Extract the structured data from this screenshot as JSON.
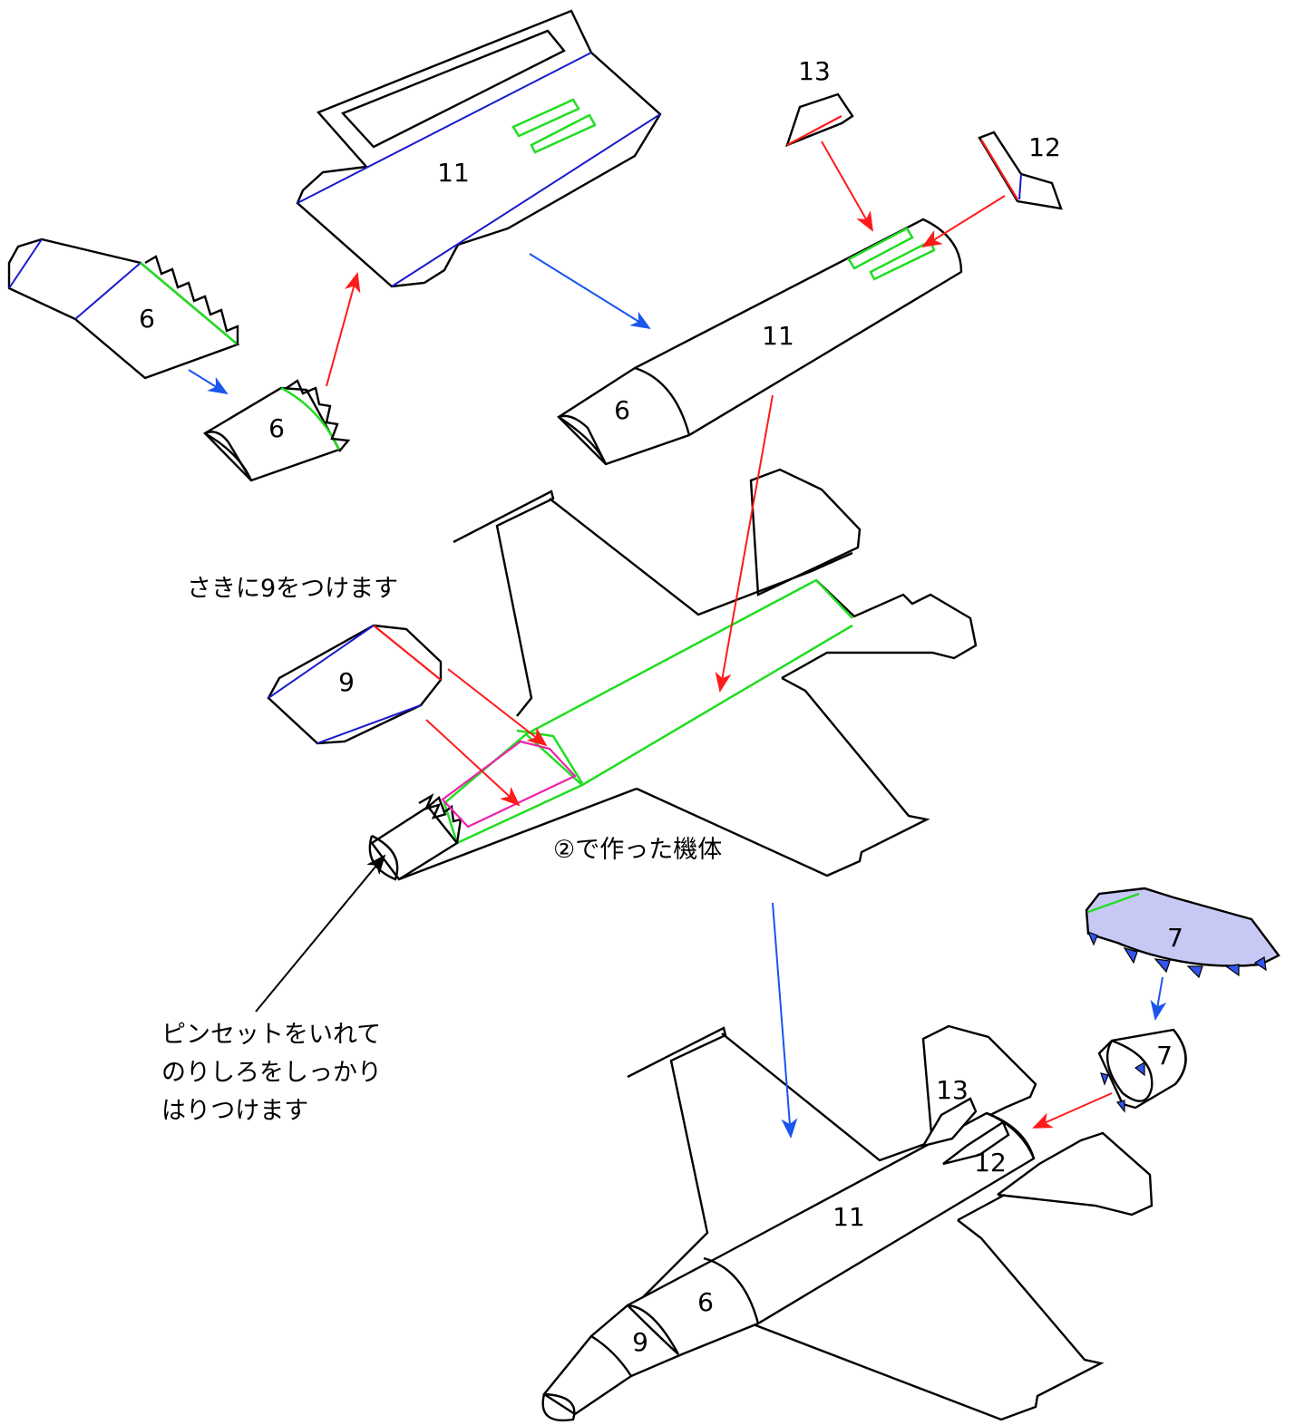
{
  "colors": {
    "outline": "#000000",
    "fold_blue": "#1a1acc",
    "glue_green": "#22dd22",
    "arrow_red": "#ff1a1a",
    "arrow_blue": "#1a55ee",
    "glue_area_magenta": "#ee22aa",
    "part7_fill": "#c8c8f4"
  },
  "labels": {
    "p6_flat": "6",
    "p6_rolled": "6",
    "p11_flat": "11",
    "p13": "13",
    "p12": "12",
    "p11_assembled": "11",
    "p6_assembled": "6",
    "p9": "9",
    "p7_flat": "7",
    "p7_cone": "7",
    "final_13": "13",
    "final_12": "12",
    "final_11": "11",
    "final_6": "6",
    "final_9": "9"
  },
  "notes": {
    "attach_9_first": "さきに9をつけます",
    "body_from_step2": "②で作った機体",
    "tweezers_line1": "ピンセットをいれて",
    "tweezers_line2": "のりしろをしっかり",
    "tweezers_line3": "はりつけます"
  },
  "icons": [
    "red-arrow",
    "blue-arrow",
    "black-arrow"
  ]
}
